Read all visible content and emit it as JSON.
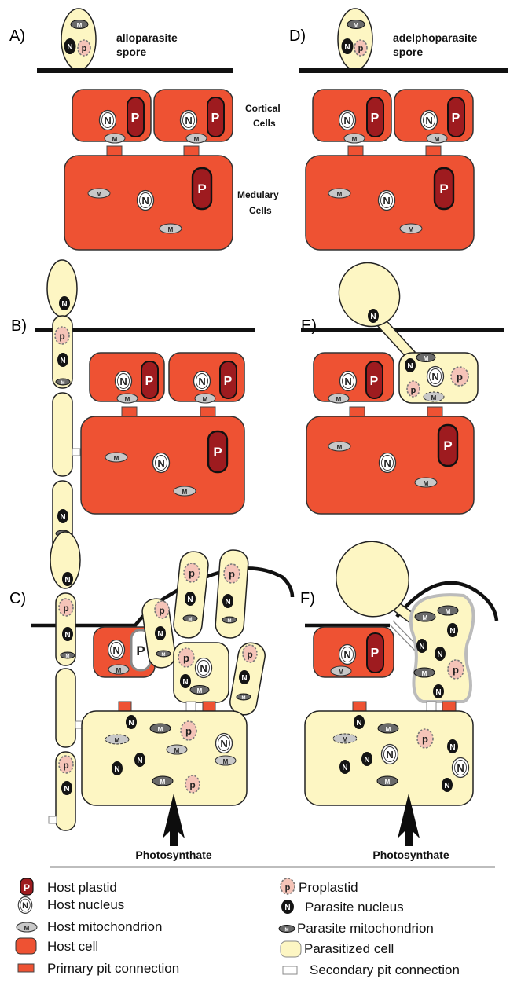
{
  "panels": {
    "A": {
      "label": "A)",
      "spore": "alloparasite",
      "spore2": "spore"
    },
    "D": {
      "label": "D)",
      "spore": "adelphoparasite",
      "spore2": "spore"
    },
    "B": {
      "label": "B)"
    },
    "E": {
      "label": "E)"
    },
    "C": {
      "label": "C)"
    },
    "F": {
      "label": "F)"
    }
  },
  "cell_labels": {
    "cortical1": "Cortical",
    "cortical2": "Cells",
    "medulary1": "Medulary",
    "medulary2": "Cells"
  },
  "photosynthate": "Photosynthate",
  "glyphs": {
    "plastid": "P",
    "proplastid": "p",
    "nucleus": "N",
    "mito": "M"
  },
  "legend": {
    "host_plastid": "Host plastid",
    "host_nucleus": "Host nucleus",
    "host_mito": "Host mitochondrion",
    "host_cell": "Host cell",
    "primary_pit": "Primary pit connection",
    "proplastid": "Proplastid",
    "parasite_nucleus": "Parasite nucleus",
    "parasite_mito": "Parasite mitochondrion",
    "parasitized_cell": "Parasitized cell",
    "secondary_pit": "Secondary pit connection"
  },
  "colors": {
    "host_cell": "#ee5233",
    "parasitized_cell": "#fdf6c3",
    "host_plastid": "#9e1b1f",
    "proplastid": "#f5c4b8"
  }
}
